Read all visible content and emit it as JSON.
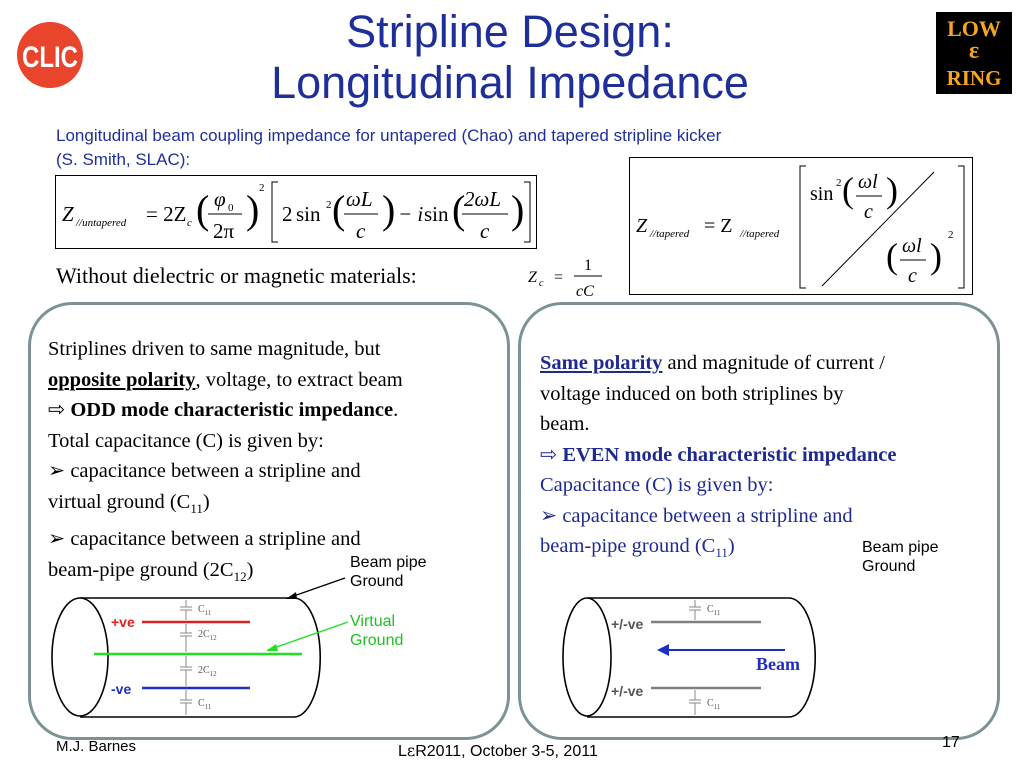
{
  "header": {
    "title_line1": "Stripline Design:",
    "title_line2": "Longitudinal Impedance"
  },
  "intro": {
    "line1": "Longitudinal beam coupling impedance for untapered  (Chao) and tapered stripline kicker",
    "line2": "(S. Smith, SLAC):"
  },
  "formula_untapered": {
    "lhs": "Z",
    "lhs_sub": "//untapered",
    "eq": "= 2Z",
    "eq_sub": "c",
    "phi": "φ",
    "phi_sub": "0",
    "two_pi": "2π",
    "sup2": "2",
    "two": "2",
    "sin": "sin",
    "omegaL": "ωL",
    "c": "c",
    "minus_i": "− i",
    "two_omegaL": "2ωL"
  },
  "formula_tapered": {
    "lhs": "Z",
    "lhs_sub": "//tapered",
    "eq": "= Z",
    "eq_sub": "//tapered",
    "sin": "sin",
    "sup2": "2",
    "omegal": "ωl",
    "c": "c"
  },
  "dielectric": {
    "text": "Without dielectric or magnetic materials:",
    "zc": "Z",
    "zc_sub": "c",
    "eq": "=",
    "num": "1",
    "den": "cC"
  },
  "left_panel": {
    "l1": "Striplines driven to same magnitude, but",
    "l2_u": "opposite polarity",
    "l2_rest": ", voltage, to extract beam",
    "l3_arrow": "⇨",
    "l3_b": "ODD mode characteristic impedance",
    "l3_rest": ".",
    "l4": "Total capacitance (C) is given by:",
    "l5_bullet": "➢",
    "l5": " capacitance between a stripline and",
    "l6": "virtual ground  (C",
    "l6_sub": "11",
    "l6_end": ")",
    "l7_bullet": "➢",
    "l7": " capacitance between a stripline and",
    "l8": "beam-pipe ground  (2C",
    "l8_sub": "12",
    "l8_end": ")"
  },
  "left_diagram": {
    "label_beam_pipe_1": "Beam pipe",
    "label_beam_pipe_2": "Ground",
    "label_virtual_1": "Virtual",
    "label_virtual_2": "Ground",
    "pos": "+ve",
    "neg": "-ve",
    "c11": "C",
    "c11_sub": "11",
    "c12": "2C",
    "c12_sub": "12"
  },
  "right_panel": {
    "l1_u": "Same polarity",
    "l1_rest": " and magnitude of current /",
    "l2": "voltage induced on both striplines by",
    "l3": "beam.",
    "l4_arrow": "⇨",
    "l4_b": " EVEN mode characteristic impedance",
    "l5": "Capacitance (C) is given by:",
    "l6_bullet": "➢",
    "l6": " capacitance between a stripline and",
    "l7": "beam-pipe ground  (C",
    "l7_sub": "11",
    "l7_end": ")"
  },
  "right_diagram": {
    "label_beam_pipe_1": "Beam pipe",
    "label_beam_pipe_2": "Ground",
    "pm_top": "+/-ve",
    "pm_bot": "+/-ve",
    "beam": "Beam",
    "c11": "C",
    "c11_sub": "11"
  },
  "footer": {
    "author": "M.J. Barnes",
    "conf_prefix": "L",
    "conf_epsilon": "ε",
    "conf_rest": "R2011, October 3-5, 2011",
    "page": "17"
  },
  "logos": {
    "clic": "CLIC",
    "low": "LOW",
    "eps": "ε",
    "ring": "RING"
  },
  "colors": {
    "title_blue": "#1f2f9a",
    "panel_border": "#7c9396",
    "red_line": "#e02020",
    "green_line": "#20e020",
    "blue_line": "#1f2fc0",
    "grey_line": "#808080"
  }
}
